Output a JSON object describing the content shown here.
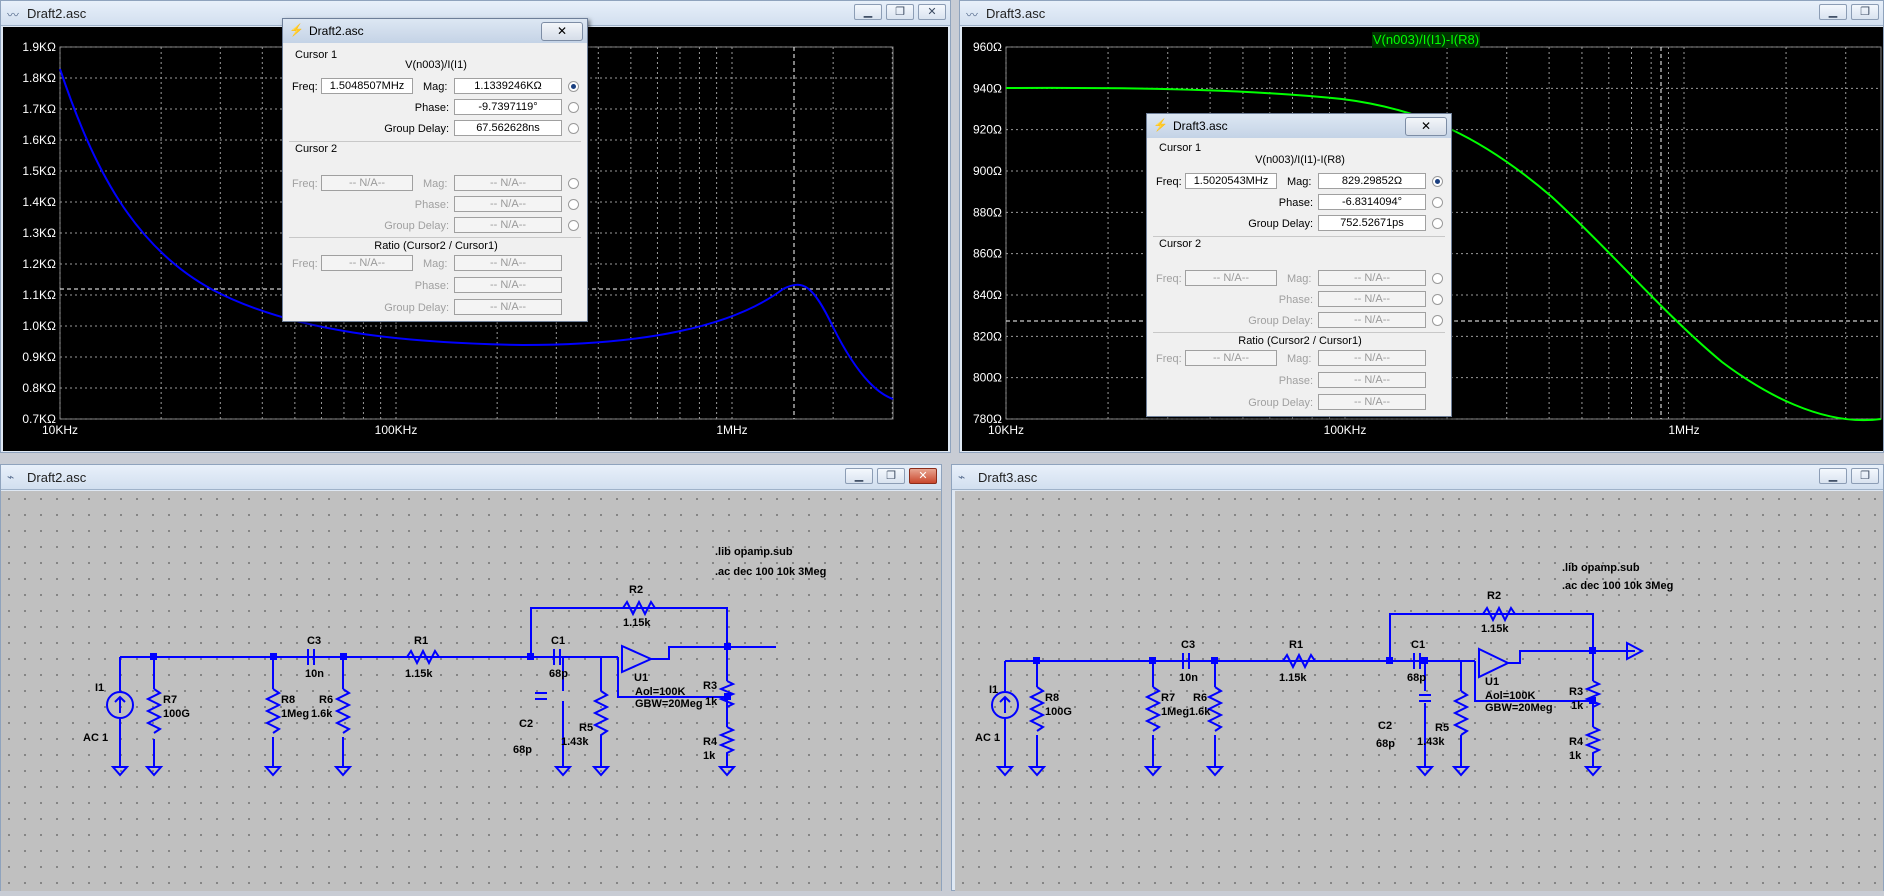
{
  "plot_left": {
    "title": "Draft2.asc",
    "trace_label": "",
    "yticks": [
      "1.9KΩ",
      "1.8KΩ",
      "1.7KΩ",
      "1.6KΩ",
      "1.5KΩ",
      "1.4KΩ",
      "1.3KΩ",
      "1.2KΩ",
      "1.1KΩ",
      "1.0KΩ",
      "0.9KΩ",
      "0.8KΩ",
      "0.7KΩ"
    ],
    "xticks": [
      "10KHz",
      "100KHz",
      "1MHz"
    ],
    "trace_color": "#0000ff"
  },
  "plot_right": {
    "title": "Draft3.asc",
    "trace_label": "V(n003)/I(I1)-I(R8)",
    "yticks": [
      "960Ω",
      "940Ω",
      "920Ω",
      "900Ω",
      "880Ω",
      "860Ω",
      "840Ω",
      "820Ω",
      "800Ω",
      "780Ω"
    ],
    "xticks": [
      "10KHz",
      "100KHz",
      "1MHz"
    ],
    "trace_color": "#00ff00"
  },
  "cursor_left": {
    "title": "Draft2.asc",
    "cursor1": "Cursor 1",
    "expr": "V(n003)/I(I1)",
    "freq_label": "Freq:",
    "freq": "1.5048507MHz",
    "mag_label": "Mag:",
    "mag": "1.1339246KΩ",
    "phase_label": "Phase:",
    "phase": "-9.7397119°",
    "gd_label": "Group Delay:",
    "gd": "67.562628ns",
    "cursor2": "Cursor 2",
    "na": "-- N/A--",
    "ratio": "Ratio (Cursor2 / Cursor1)"
  },
  "cursor_right": {
    "title": "Draft3.asc",
    "cursor1": "Cursor 1",
    "expr": "V(n003)/I(I1)-I(R8)",
    "freq_label": "Freq:",
    "freq": "1.5020543MHz",
    "mag_label": "Mag:",
    "mag": "829.29852Ω",
    "phase_label": "Phase:",
    "phase": "-6.8314094°",
    "gd_label": "Group Delay:",
    "gd": "752.52671ps",
    "cursor2": "Cursor 2",
    "na": "-- N/A--",
    "ratio": "Ratio (Cursor2 / Cursor1)"
  },
  "schem_left": {
    "title": "Draft2.asc",
    "directive1": ".lib opamp.sub",
    "directive2": ".ac dec 100 10k 3Meg",
    "I1": "I1",
    "AC": "AC 1",
    "R7": "R7",
    "R7v": "100G",
    "R8": "R8",
    "R8v": "1Meg",
    "R6": "R6",
    "R6v": "1.6k",
    "C3": "C3",
    "C3v": "10n",
    "R1": "R1",
    "R1v": "1.15k",
    "C1": "C1",
    "C1v": "68p",
    "C2": "C2",
    "C2v": "68p",
    "R2": "R2",
    "R2v": "1.15k",
    "R5": "R5",
    "R5v": "1.43k",
    "U1": "U1",
    "aol": "Aol=100K",
    "gbw": "GBW=20Meg",
    "R3": "R3",
    "R3v": "1k",
    "R4": "R4",
    "R4v": "1k"
  },
  "schem_right": {
    "title": "Draft3.asc",
    "directive1": ".lib opamp.sub",
    "directive2": ".ac dec 100 10k 3Meg",
    "I1": "I1",
    "AC": "AC 1",
    "R7": "R8",
    "R7v": "100G",
    "R8": "R7",
    "R8v": "1Meg",
    "R6": "R6",
    "R6v": "1.6k",
    "C3": "C3",
    "C3v": "10n",
    "R1": "R1",
    "R1v": "1.15k",
    "C1": "C1",
    "C1v": "68p",
    "C2": "C2",
    "C2v": "68p",
    "R2": "R2",
    "R2v": "1.15k",
    "R5": "R5",
    "R5v": "1.43k",
    "U1": "U1",
    "aol": "Aol=100K",
    "gbw": "GBW=20Meg",
    "R3": "R3",
    "R3v": "1k",
    "R4": "R4",
    "R4v": "1k"
  },
  "buttons": {
    "minimize": "▁",
    "maximize": "❐",
    "close": "✕",
    "dlg_close": "✕"
  }
}
